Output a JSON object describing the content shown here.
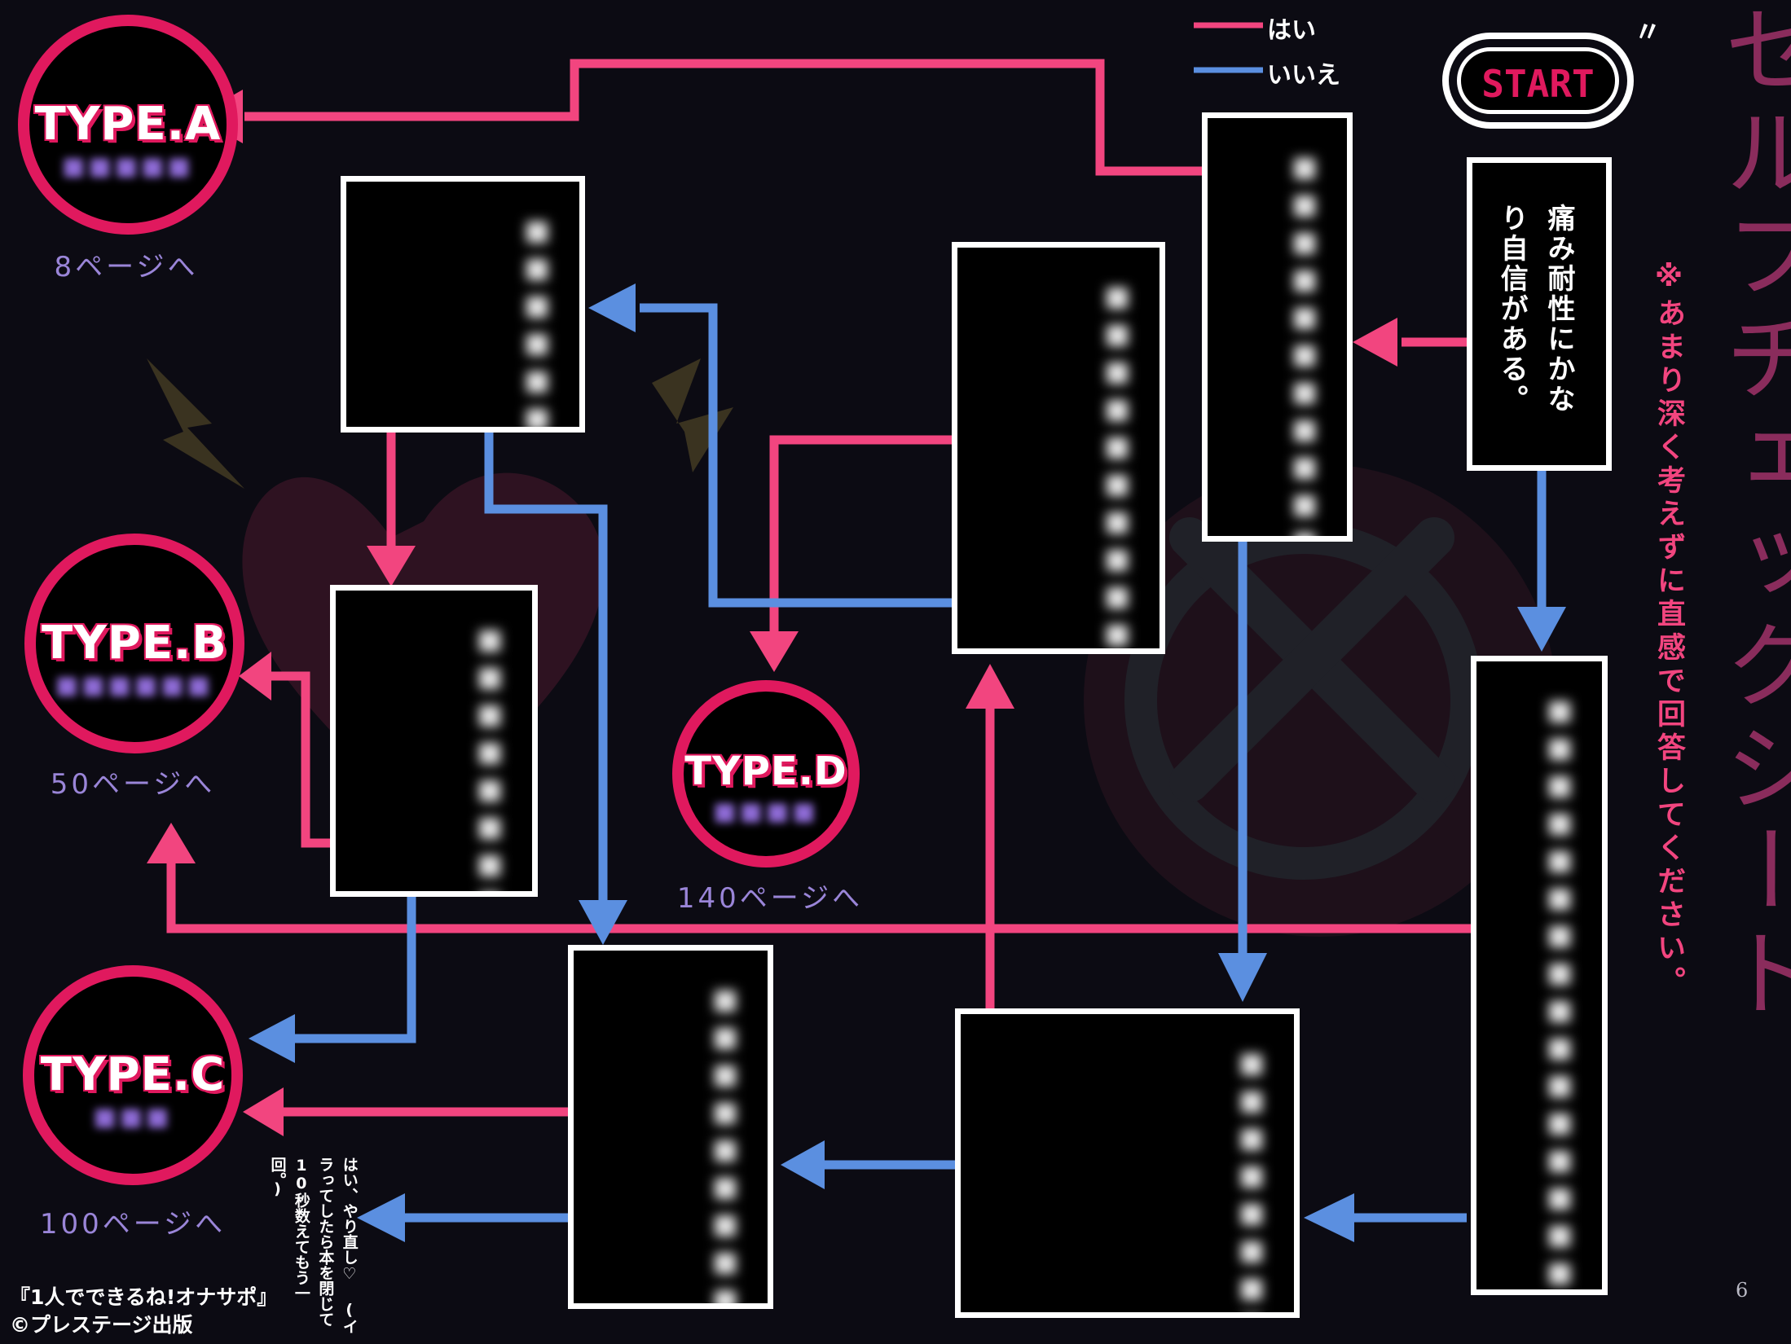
{
  "title": "セルフチェックシート",
  "subtitle": "※あまり深く考えずに直感で回答してください。",
  "page_number": "6",
  "legend": {
    "yes": "はい",
    "no": "いいえ"
  },
  "colors": {
    "yes": "#f2457f",
    "no": "#5b8fe0",
    "accent": "#e0195e",
    "title": "#8a2c5c",
    "background": "#0c0b13"
  },
  "start": {
    "label": "START"
  },
  "types": [
    {
      "name": "TYPE.A",
      "page": "8ページへ"
    },
    {
      "name": "TYPE.B",
      "page": "50ページへ"
    },
    {
      "name": "TYPE.C",
      "page": "100ページへ"
    },
    {
      "name": "TYPE.D",
      "page": "140ページへ"
    }
  ],
  "first_question": "痛み耐性にかなり自信がある。",
  "hidden_question_text": "■■■■■■■■■■■■■■■■■■■■■■",
  "retry_note": "はい、やり直し♡ (イラってしたら本を閉じて10秒数えてもう一回。)",
  "credit": {
    "book": "『1人でできるね!オナサポ』",
    "publisher": "©プレステージ出版"
  }
}
